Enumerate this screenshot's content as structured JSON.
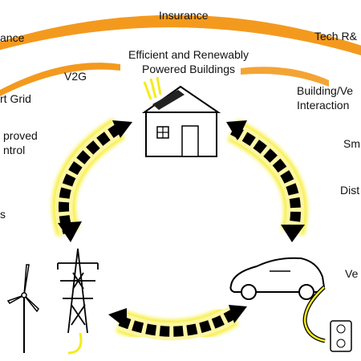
{
  "labels": {
    "insurance": "Insurance",
    "tech_rd": "Tech R&",
    "left_top": "ance",
    "v2g": "V2G",
    "efficient_line1": "Efficient and Renewably",
    "efficient_line2": "Powered Buildings",
    "smart_grid": "rt Grid",
    "building_veh_line1": "Building/Ve",
    "building_veh_line2": "Interaction",
    "improved_line1": "proved",
    "improved_line2": "ntrol",
    "sm": "Sm",
    "dis": "Dist",
    "s_left": "s",
    "ve": "Ve"
  },
  "colors": {
    "arc_orange": "#f39a1e",
    "glow_yellow": "#f5ec1a",
    "arrow_black": "#000000"
  },
  "icons": [
    "house-icon",
    "solar-panel-icon",
    "transmission-tower-icon",
    "wind-turbine-icon",
    "electric-car-icon",
    "power-outlet-icon"
  ]
}
